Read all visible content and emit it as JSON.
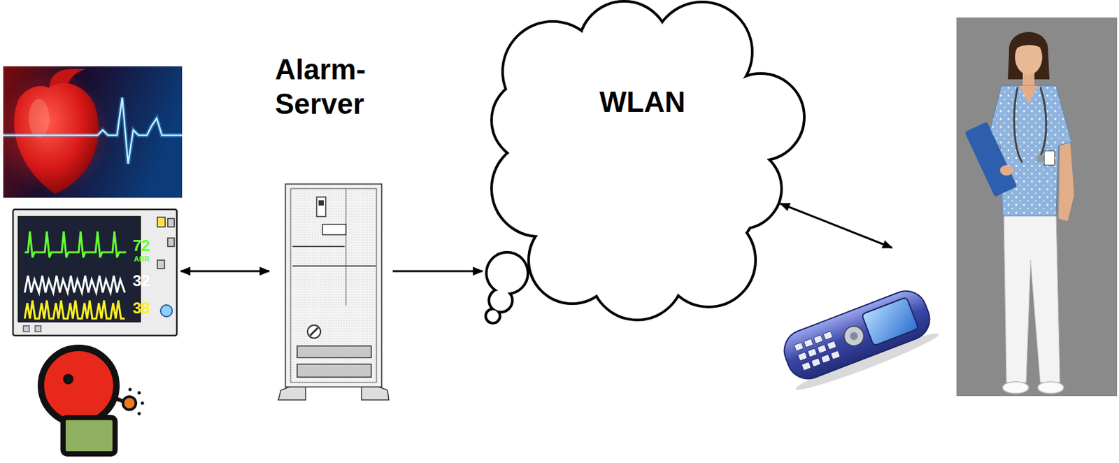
{
  "diagram": {
    "nodes": [
      {
        "text": [
          "72",
          "ARR",
          "32",
          "38"
        ]
      },
      {
        "text": [
          "Alarm- Server"
        ]
      },
      {
        "text": [
          "WLAN"
        ]
      }
    ],
    "edges": [
      {
        "from": 0,
        "to": 1,
        "arrow": "both"
      },
      {
        "from": 1,
        "to": 2,
        "arrow": "to"
      }
    ]
  }
}
